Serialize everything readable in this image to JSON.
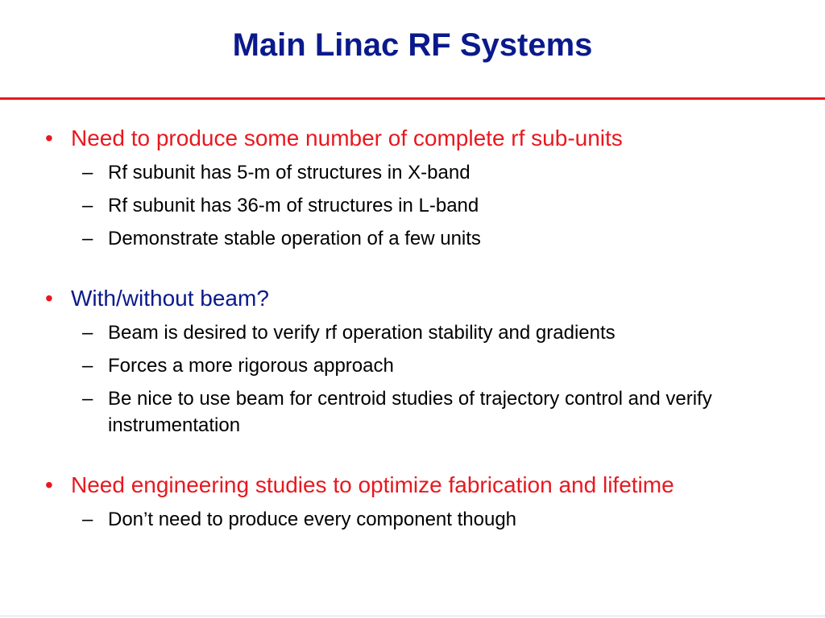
{
  "slide": {
    "title": "Main Linac RF Systems",
    "accent_color": "#e8181f",
    "title_color": "#0a1a8c"
  },
  "bullets": [
    {
      "text": "Need to produce some number of complete rf sub-units",
      "color": "red",
      "subs": [
        "Rf subunit has 5-m of structures in X-band",
        "Rf subunit has 36-m of structures in L-band",
        "Demonstrate stable operation of a few units"
      ]
    },
    {
      "text": "With/without beam?",
      "color": "blue",
      "subs": [
        "Beam is desired to verify rf operation stability and gradients",
        "Forces a more rigorous approach",
        "Be nice to use beam for centroid studies of trajectory control and verify instrumentation"
      ]
    },
    {
      "text": "Need engineering studies to optimize fabrication and lifetime",
      "color": "red",
      "subs": [
        "Don’t need to produce every component though"
      ]
    }
  ],
  "markers": {
    "bullet": "•",
    "dash": "–"
  }
}
